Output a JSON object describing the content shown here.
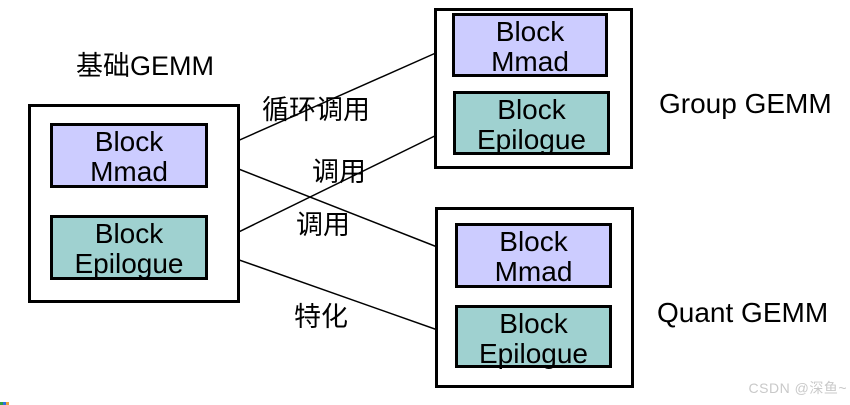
{
  "groups": {
    "base": {
      "title": "基础GEMM",
      "blocks": [
        {
          "line1": "Block",
          "line2": "Mmad"
        },
        {
          "line1": "Block",
          "line2": "Epilogue"
        }
      ]
    },
    "group_gemm": {
      "title": "Group GEMM",
      "blocks": [
        {
          "line1": "Block",
          "line2": "Mmad"
        },
        {
          "line1": "Block",
          "line2": "Epilogue"
        }
      ]
    },
    "quant_gemm": {
      "title": "Quant GEMM",
      "blocks": [
        {
          "line1": "Block",
          "line2": "Mmad"
        },
        {
          "line1": "Block",
          "line2": "Epilogue"
        }
      ]
    }
  },
  "edges": [
    {
      "from": "base.block_mmad",
      "to": "group_gemm.block_mmad",
      "label": "循环调用"
    },
    {
      "from": "base.block_epilogue",
      "to": "group_gemm.block_epilogue",
      "label": "调用"
    },
    {
      "from": "base.block_mmad",
      "to": "quant_gemm.block_mmad",
      "label": "调用"
    },
    {
      "from": "base.block_epilogue",
      "to": "quant_gemm.block_epilogue",
      "label": "特化"
    }
  ],
  "colors": {
    "mmad_fill": "#ccccff",
    "epilogue_fill": "#9fd1d0",
    "box_border": "#000000",
    "arrow": "#000000",
    "watermark_text": "#c9c9c9"
  },
  "watermark": {
    "text": "CSDN @深鱼~"
  },
  "corner_fragment_colors": [
    "#2f9e44",
    "#2e6fde",
    "#e8a33d"
  ]
}
